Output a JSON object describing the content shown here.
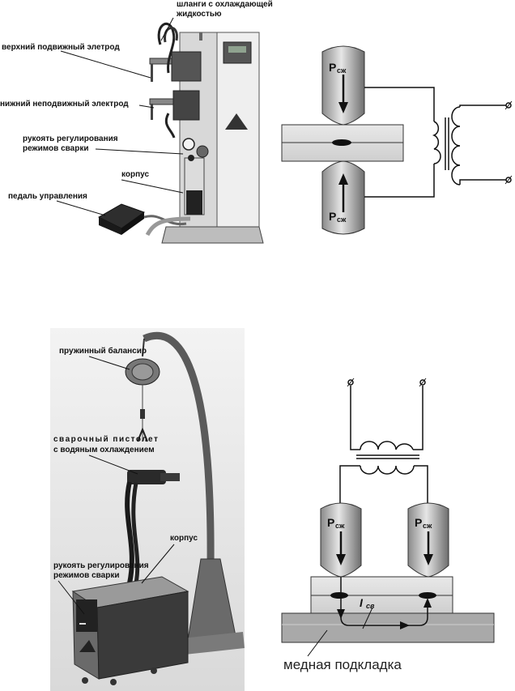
{
  "top_photo": {
    "labels": {
      "hoses": "шланги с охлаждающей жидкостью",
      "hoses_line1": "шланги с охлаждающей",
      "hoses_line2": "жидкостью",
      "upper_electrode": "верхний подвижный элетрод",
      "lower_electrode": "нижний неподвижный электрод",
      "regulator_line1": "рукоять регулирования",
      "regulator_line2": "режимов сварки",
      "body": "корпус",
      "pedal": "педаль управления"
    }
  },
  "top_diagram": {
    "force_top": "P",
    "force_top_sub": "сж",
    "force_bottom": "P",
    "force_bottom_sub": "сж"
  },
  "bottom_photo": {
    "labels": {
      "balancer": "пружинный балансир",
      "gun_line1": "сварочный пистолет",
      "gun_line2": "с водяным охлаждением",
      "body": "корпус",
      "regulator_line1": "рукоять регулирования",
      "regulator_line2": "режимов сварки"
    }
  },
  "bottom_diagram": {
    "force_left": "P",
    "force_left_sub": "сж",
    "force_right": "P",
    "force_right_sub": "сж",
    "current": "I",
    "current_sub": "св",
    "copper_plate": "медная подкладка"
  }
}
